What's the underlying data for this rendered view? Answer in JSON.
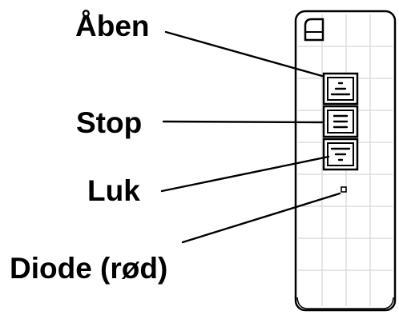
{
  "labels": {
    "open": "Åben",
    "stop": "Stop",
    "close": "Luk",
    "led": "Diode (rød)"
  },
  "icons": {
    "open_button": "up-arrow-lines-icon",
    "stop_button": "three-lines-icon",
    "close_button": "down-arrow-lines-icon",
    "battery_cover": "cover-tab-icon"
  },
  "colors": {
    "outline": "#000000",
    "remote_body": "#ffffff",
    "grid": "#d6d6d6"
  }
}
